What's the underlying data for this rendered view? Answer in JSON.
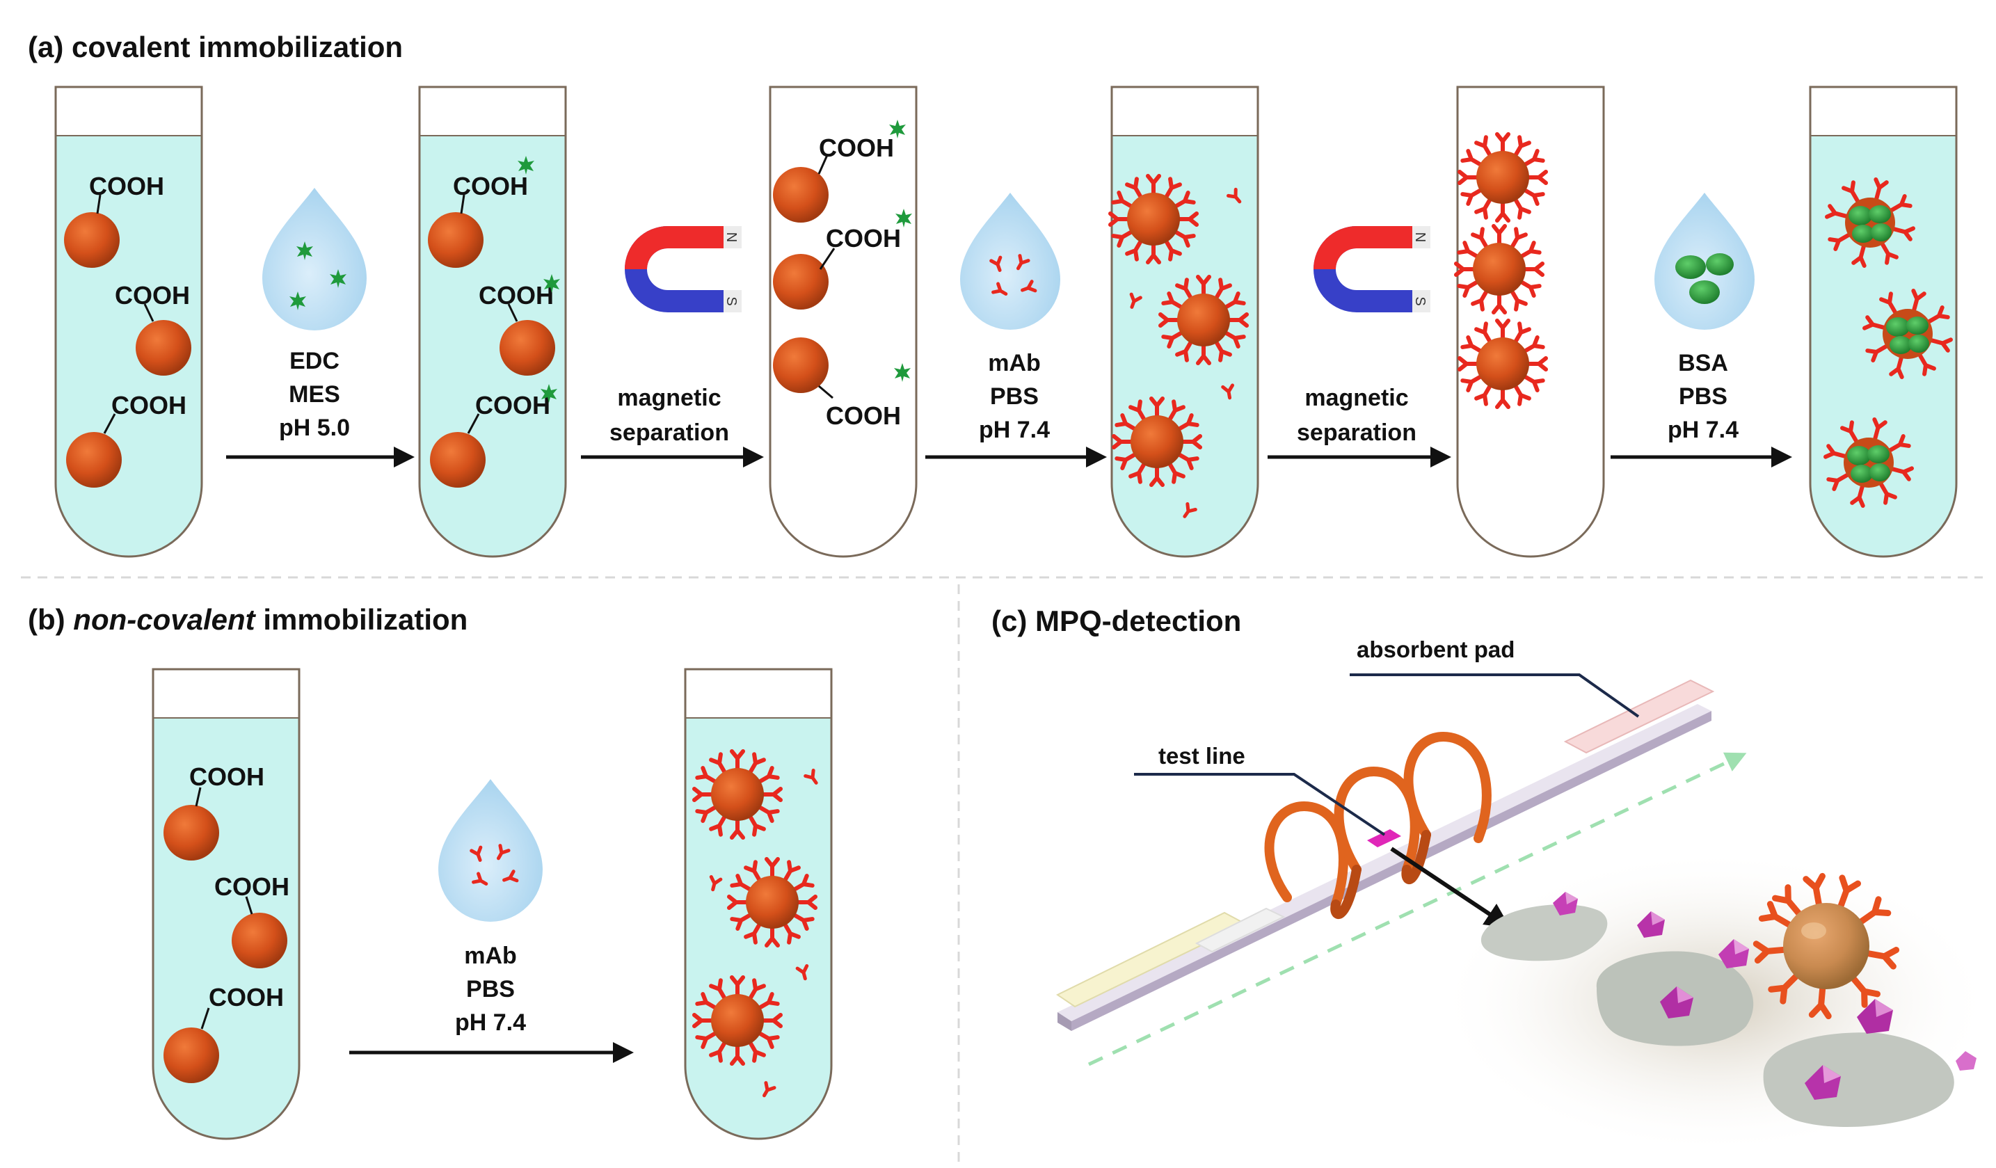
{
  "panels": {
    "a": {
      "title_prefix": "(a) ",
      "title": "covalent immobilization",
      "tubes": {
        "t1": {
          "labels": [
            "COOH",
            "COOH",
            "COOH"
          ]
        },
        "t2": {
          "labels": [
            "COOH",
            "COOH",
            "COOH"
          ]
        },
        "t3": {
          "labels": [
            "COOH",
            "COOH",
            "COOH"
          ]
        }
      },
      "steps": {
        "edc": {
          "lines": [
            "EDC",
            "MES",
            "pH 5.0"
          ]
        },
        "mag1": {
          "lines": [
            "magnetic",
            "separation"
          ]
        },
        "mab": {
          "lines": [
            "mAb",
            "PBS",
            "pH 7.4"
          ]
        },
        "mag2": {
          "lines": [
            "magnetic",
            "separation"
          ]
        },
        "bsa": {
          "lines": [
            "BSA",
            "PBS",
            "pH 7.4"
          ]
        }
      },
      "magnet_poles": [
        "N",
        "S"
      ]
    },
    "b": {
      "title_prefix": "(b) ",
      "title_italic": "non-covalent",
      "title_rest": " immobilization",
      "tube_labels": [
        "COOH",
        "COOH",
        "COOH"
      ],
      "step": {
        "lines": [
          "mAb",
          "PBS",
          "pH 7.4"
        ]
      }
    },
    "c": {
      "title": "(c) MPQ-detection",
      "absorbent_pad": "absorbent pad",
      "test_line": "test line"
    }
  },
  "colors": {
    "liquid": "#c9f3ef",
    "bead": "#d9521a",
    "antibody": "#e8281e",
    "bsa": "#2f9e3f",
    "edc_star": "#1f9a3c",
    "coil": "#e0641e",
    "test_line": "#e027b8",
    "magnet_red": "#ee2b2b",
    "magnet_blue": "#3740c8"
  }
}
